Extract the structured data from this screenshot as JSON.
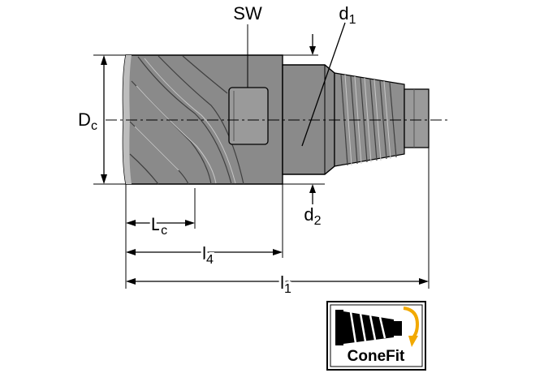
{
  "labels": {
    "sw": "SW",
    "d1": "d",
    "d1_sub": "1",
    "d2": "d",
    "d2_sub": "2",
    "dc": "D",
    "dc_sub": "c",
    "lc": "L",
    "lc_sub": "c",
    "l4": "l",
    "l4_sub": "4",
    "l1": "l",
    "l1_sub": "1"
  },
  "badge": {
    "label": "ConeFit",
    "arrow_color": "#f2a900"
  }
}
